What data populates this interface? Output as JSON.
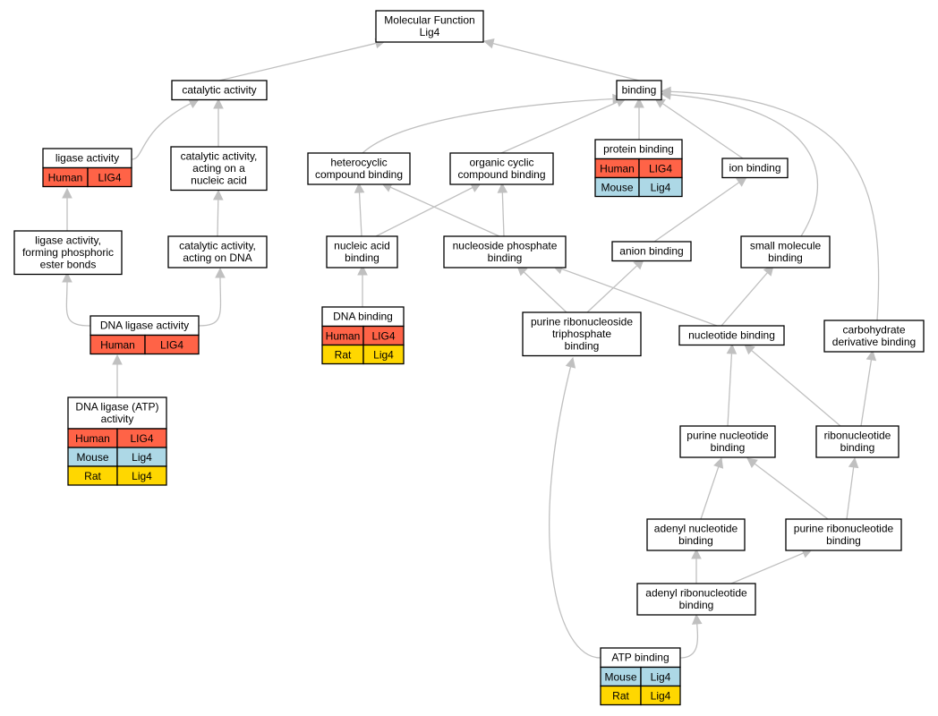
{
  "colors": {
    "human": "#ff6347",
    "mouse": "#add8e6",
    "rat": "#ffd700",
    "edge": "#c0c0c0"
  },
  "nodes": {
    "mf": {
      "lines": [
        "Molecular Function",
        "Lig4"
      ]
    },
    "catalytic": {
      "lines": [
        "catalytic activity"
      ]
    },
    "binding": {
      "lines": [
        "binding"
      ]
    },
    "ligase": {
      "lines": [
        "ligase activity"
      ],
      "rows": [
        {
          "species": "Human",
          "gene": "LIG4",
          "color": "human"
        }
      ]
    },
    "cat_nucleic": {
      "lines": [
        "catalytic activity,",
        "acting on a",
        "nucleic acid"
      ]
    },
    "ligase_phos": {
      "lines": [
        "ligase activity,",
        "forming phosphoric",
        "ester bonds"
      ]
    },
    "cat_dna": {
      "lines": [
        "catalytic activity,",
        "acting on DNA"
      ]
    },
    "dna_ligase": {
      "lines": [
        "DNA ligase activity"
      ],
      "rows": [
        {
          "species": "Human",
          "gene": "LIG4",
          "color": "human"
        }
      ]
    },
    "dna_ligase_atp": {
      "lines": [
        "DNA ligase (ATP)",
        "activity"
      ],
      "rows": [
        {
          "species": "Human",
          "gene": "LIG4",
          "color": "human"
        },
        {
          "species": "Mouse",
          "gene": "Lig4",
          "color": "mouse"
        },
        {
          "species": "Rat",
          "gene": "Lig4",
          "color": "rat"
        }
      ]
    },
    "heterocyclic": {
      "lines": [
        "heterocyclic",
        "compound binding"
      ]
    },
    "organic_cyclic": {
      "lines": [
        "organic cyclic",
        "compound binding"
      ]
    },
    "protein": {
      "lines": [
        "protein binding"
      ],
      "rows": [
        {
          "species": "Human",
          "gene": "LIG4",
          "color": "human"
        },
        {
          "species": "Mouse",
          "gene": "Lig4",
          "color": "mouse"
        }
      ]
    },
    "ion": {
      "lines": [
        "ion binding"
      ]
    },
    "nucleic_acid": {
      "lines": [
        "nucleic acid",
        "binding"
      ]
    },
    "nucleoside_phos": {
      "lines": [
        "nucleoside phosphate",
        "binding"
      ]
    },
    "anion": {
      "lines": [
        "anion binding"
      ]
    },
    "small_mol": {
      "lines": [
        "small molecule",
        "binding"
      ]
    },
    "dna_binding": {
      "lines": [
        "DNA binding"
      ],
      "rows": [
        {
          "species": "Human",
          "gene": "LIG4",
          "color": "human"
        },
        {
          "species": "Rat",
          "gene": "Lig4",
          "color": "rat"
        }
      ]
    },
    "purine_ribo_tri": {
      "lines": [
        "purine ribonucleoside",
        "triphosphate",
        "binding"
      ]
    },
    "nucleotide": {
      "lines": [
        "nucleotide binding"
      ]
    },
    "carbohydrate": {
      "lines": [
        "carbohydrate",
        "derivative binding"
      ]
    },
    "purine_nuc": {
      "lines": [
        "purine nucleotide",
        "binding"
      ]
    },
    "ribonuc": {
      "lines": [
        "ribonucleotide",
        "binding"
      ]
    },
    "adenyl_nuc": {
      "lines": [
        "adenyl nucleotide",
        "binding"
      ]
    },
    "purine_ribonuc": {
      "lines": [
        "purine ribonucleotide",
        "binding"
      ]
    },
    "adenyl_ribonuc": {
      "lines": [
        "adenyl ribonucleotide",
        "binding"
      ]
    },
    "atp": {
      "lines": [
        "ATP binding"
      ],
      "rows": [
        {
          "species": "Mouse",
          "gene": "Lig4",
          "color": "mouse"
        },
        {
          "species": "Rat",
          "gene": "Lig4",
          "color": "rat"
        }
      ]
    }
  },
  "edges": [
    {
      "from": "catalytic",
      "to": "mf"
    },
    {
      "from": "binding",
      "to": "mf"
    },
    {
      "from": "ligase",
      "to": "catalytic"
    },
    {
      "from": "cat_nucleic",
      "to": "catalytic"
    },
    {
      "from": "ligase_phos",
      "to": "ligase"
    },
    {
      "from": "cat_dna",
      "to": "cat_nucleic"
    },
    {
      "from": "dna_ligase",
      "to": "ligase_phos"
    },
    {
      "from": "dna_ligase",
      "to": "cat_dna"
    },
    {
      "from": "dna_ligase_atp",
      "to": "dna_ligase"
    },
    {
      "from": "heterocyclic",
      "to": "binding"
    },
    {
      "from": "organic_cyclic",
      "to": "binding"
    },
    {
      "from": "protein",
      "to": "binding"
    },
    {
      "from": "ion",
      "to": "binding"
    },
    {
      "from": "small_mol",
      "to": "binding"
    },
    {
      "from": "carbohydrate",
      "to": "binding"
    },
    {
      "from": "nucleic_acid",
      "to": "heterocyclic"
    },
    {
      "from": "nucleic_acid",
      "to": "organic_cyclic"
    },
    {
      "from": "nucleoside_phos",
      "to": "heterocyclic"
    },
    {
      "from": "nucleoside_phos",
      "to": "organic_cyclic"
    },
    {
      "from": "anion",
      "to": "ion"
    },
    {
      "from": "dna_binding",
      "to": "nucleic_acid"
    },
    {
      "from": "purine_ribo_tri",
      "to": "nucleoside_phos"
    },
    {
      "from": "purine_ribo_tri",
      "to": "anion"
    },
    {
      "from": "nucleotide",
      "to": "nucleoside_phos"
    },
    {
      "from": "nucleotide",
      "to": "small_mol"
    },
    {
      "from": "purine_nuc",
      "to": "nucleotide"
    },
    {
      "from": "ribonuc",
      "to": "nucleotide"
    },
    {
      "from": "ribonuc",
      "to": "carbohydrate"
    },
    {
      "from": "adenyl_nuc",
      "to": "purine_nuc"
    },
    {
      "from": "purine_ribonuc",
      "to": "purine_nuc"
    },
    {
      "from": "purine_ribonuc",
      "to": "ribonuc"
    },
    {
      "from": "adenyl_ribonuc",
      "to": "adenyl_nuc"
    },
    {
      "from": "adenyl_ribonuc",
      "to": "purine_ribonuc"
    },
    {
      "from": "atp",
      "to": "adenyl_ribonuc"
    },
    {
      "from": "atp",
      "to": "purine_ribo_tri"
    }
  ]
}
